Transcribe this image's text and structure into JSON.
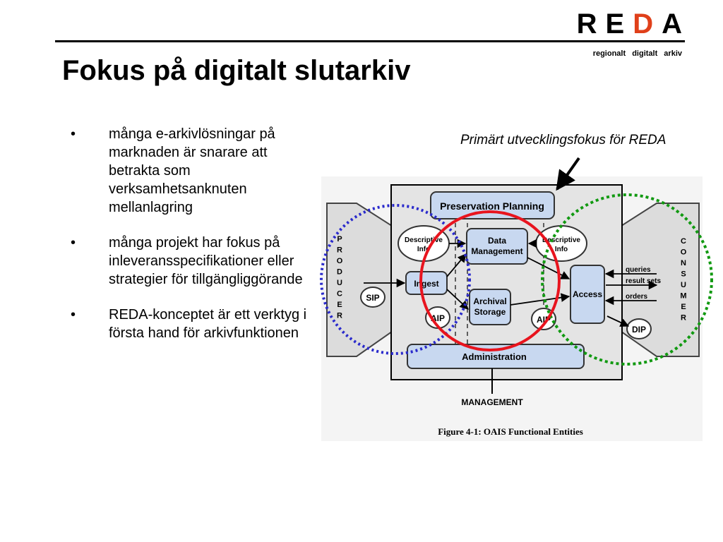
{
  "logo": {
    "letters": [
      {
        "char": "R",
        "color": "#000000"
      },
      {
        "char": "E",
        "color": "#000000"
      },
      {
        "char": "D",
        "color": "#e0401a"
      },
      {
        "char": "A",
        "color": "#000000"
      }
    ],
    "subtitle": "regionalt digitalt arkiv"
  },
  "title": "Fokus på digitalt slutarkiv",
  "bullets": [
    "många e-arkivlösningar på marknaden är snarare att betrakta som verksamhetsanknuten mellanlagring",
    "många projekt har fokus på inleveransspecifikationer eller strategier för tillgängliggörande",
    "REDA-konceptet är ett verktyg i första hand för arkivfunktionen"
  ],
  "note": "Primärt utvecklingsfokus för REDA",
  "diagram": {
    "preservation": "Preservation Planning",
    "data_mgmt_1": "Data",
    "data_mgmt_2": "Management",
    "desc_left_1": "Descriptive",
    "desc_left_2": "Info",
    "desc_right_1": "Descriptive",
    "desc_right_2": "Info",
    "ingest": "Ingest",
    "archival_1": "Archival",
    "archival_2": "Storage",
    "access": "Access",
    "administration": "Administration",
    "management": "MANAGEMENT",
    "sip": "SIP",
    "aip_left": "AIP",
    "aip_right": "AIP",
    "dip": "DIP",
    "producer": "PRODUCER",
    "consumer": "CONSUMER",
    "queries": "queries",
    "result_sets": "result sets",
    "orders": "orders",
    "caption": "Figure 4-1:  OAIS Functional Entities"
  },
  "colors": {
    "circle_producer": "#2a2acc",
    "circle_consumer": "#119911",
    "circle_focus": "#e8141e",
    "box_fill": "#c8d8f0",
    "panel_fill": "#e4e4e4"
  }
}
